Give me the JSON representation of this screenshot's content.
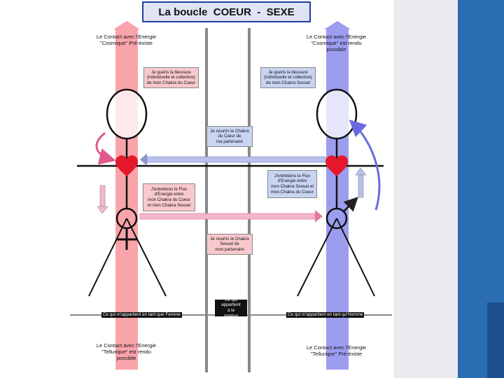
{
  "title": "La boucle  COEUR  -  SEXE",
  "left": {
    "top_label": [
      "Le Contact avec l'Energie",
      "\"Cosmique\" Pré-éxiste"
    ],
    "box_heal": [
      "Je guéris la blessure",
      "(individuelle et collective)",
      "de mon Chakra du Coeur"
    ],
    "box_flux": [
      "J'entretiens le Flux",
      "d'Energie entre",
      "mon Chakra du Coeur",
      "et mon Chakra Sexuel"
    ],
    "bottom_label": [
      "Le Contact avec l'Energie",
      "\"Tellurique\" est rendu",
      "possible"
    ],
    "bottom_bar": "Ce qui m'appartient en tant que Femme"
  },
  "right": {
    "top_label": [
      "Le Contact avec l'Energie",
      "\"Cosmique\" est rendu",
      "possible"
    ],
    "box_heal": [
      "Je guéris la blessure",
      "(individuelle et collective)",
      "de mon Chakra Sexuel"
    ],
    "box_flux": [
      "J'entretiens le Flux",
      "d'Energie entre",
      "mon Chakra Sexuel et",
      "mon Chakra du Coeur"
    ],
    "bottom_label": [
      "Le Contact avec l'Energie",
      "\"Tellurique\" Pré-éxiste"
    ],
    "bottom_bar": "Ce qui m'appartient en tant qu'Homme"
  },
  "center": {
    "box_heart": [
      "Je nourris le Chakra",
      "du Cœur de",
      "ma partenaire"
    ],
    "box_sex": [
      "Je nourris le Chakra",
      "Sexuel de",
      "mon partenaire"
    ],
    "box_relation": [
      "Ce qui appartient",
      "à la",
      "relation"
    ]
  },
  "colors": {
    "pink_column": "#f8a4aa",
    "blue_column": "#9d9df0",
    "heart": "#e4182a",
    "pink_box": "#f8c9cc",
    "blue_box": "#c9d4f2",
    "title_border": "#1f3f9a",
    "accent_blue": "#2a6db3"
  }
}
